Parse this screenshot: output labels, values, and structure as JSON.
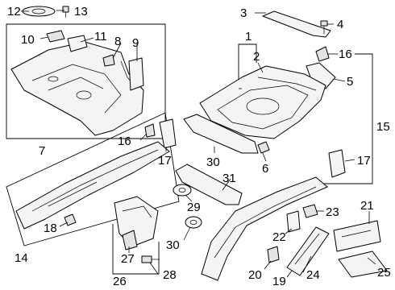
{
  "callouts": [
    {
      "id": "c1",
      "text": "1"
    },
    {
      "id": "c2",
      "text": "2"
    },
    {
      "id": "c3",
      "text": "3"
    },
    {
      "id": "c4",
      "text": "4"
    },
    {
      "id": "c5",
      "text": "5"
    },
    {
      "id": "c6",
      "text": "6"
    },
    {
      "id": "c7",
      "text": "7"
    },
    {
      "id": "c8",
      "text": "8"
    },
    {
      "id": "c9",
      "text": "9"
    },
    {
      "id": "c10",
      "text": "10"
    },
    {
      "id": "c11",
      "text": "11"
    },
    {
      "id": "c12",
      "text": "12"
    },
    {
      "id": "c13",
      "text": "13"
    },
    {
      "id": "c14",
      "text": "14"
    },
    {
      "id": "c15",
      "text": "15"
    },
    {
      "id": "c16a",
      "text": "16"
    },
    {
      "id": "c16b",
      "text": "16"
    },
    {
      "id": "c17a",
      "text": "17"
    },
    {
      "id": "c17b",
      "text": "17"
    },
    {
      "id": "c18",
      "text": "18"
    },
    {
      "id": "c19",
      "text": "19"
    },
    {
      "id": "c20",
      "text": "20"
    },
    {
      "id": "c21",
      "text": "21"
    },
    {
      "id": "c22",
      "text": "22"
    },
    {
      "id": "c23",
      "text": "23"
    },
    {
      "id": "c24",
      "text": "24"
    },
    {
      "id": "c25",
      "text": "25"
    },
    {
      "id": "c26",
      "text": "26"
    },
    {
      "id": "c27",
      "text": "27"
    },
    {
      "id": "c28",
      "text": "28"
    },
    {
      "id": "c29",
      "text": "29"
    },
    {
      "id": "c30a",
      "text": "30"
    },
    {
      "id": "c30b",
      "text": "30"
    },
    {
      "id": "c31",
      "text": "31"
    }
  ]
}
